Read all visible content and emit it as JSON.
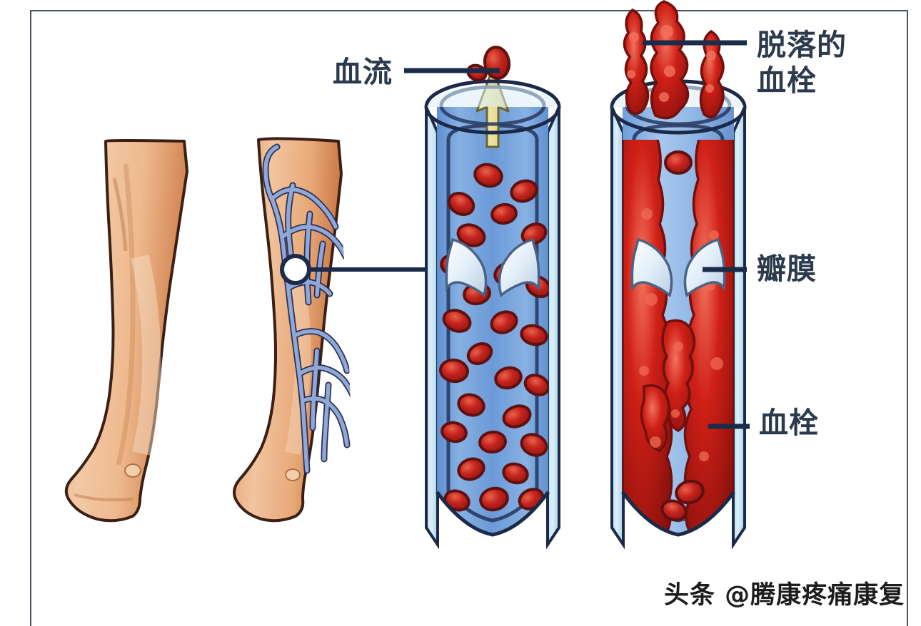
{
  "image": {
    "kind": "medical-illustration",
    "subject": "deep-vein-thrombosis-diagram",
    "background_color": "#ffffff",
    "frame_color": "#4a5560"
  },
  "labels": {
    "detached_thrombus": "脱落的\n血栓",
    "blood_flow": "血流",
    "valve": "瓣膜",
    "thrombus": "血栓",
    "text_color": "#2b3a4d",
    "leader_line_color": "#1b2b4a"
  },
  "watermark": {
    "text": "头条 @腾康疼痛康复",
    "color": "#1d1d1d"
  },
  "panels": [
    {
      "name": "leg-skin",
      "caption": "",
      "description": "watercolor lower leg, skin only"
    },
    {
      "name": "leg-veins",
      "caption": "",
      "description": "lower leg showing superficial venous network with callout marker"
    },
    {
      "name": "normal-vein",
      "caption": "",
      "description": "open vein cross-section with red blood cells, open valve and upward blood flow arrow"
    },
    {
      "name": "thrombosed-vein",
      "caption": "",
      "description": "vein occluded by thrombus with clot fragments escaping from the top"
    }
  ],
  "palette": {
    "skin_light": "#f0c3a0",
    "skin_mid": "#e39a6d",
    "skin_deep": "#c9713f",
    "skin_outline": "#3a1f15",
    "vein_blue": "#8fa8d8",
    "vein_outline": "#25304f",
    "vessel_wall": "#c9e4f2",
    "plasma_blue": "#6f9ddb",
    "plasma_light": "#a9c8ec",
    "vessel_outline": "#1c2a49",
    "rbc_red": "#c2241f",
    "rbc_rim": "#6e1212",
    "clot_red": "#cc1d16",
    "clot_highlight": "#f06a55",
    "clot_dark": "#7d0d0a",
    "valve_white": "#eef5fb",
    "arrow_yellow": "#efe49a",
    "arrow_outline": "#6b6430",
    "marker_white": "#ffffff"
  }
}
